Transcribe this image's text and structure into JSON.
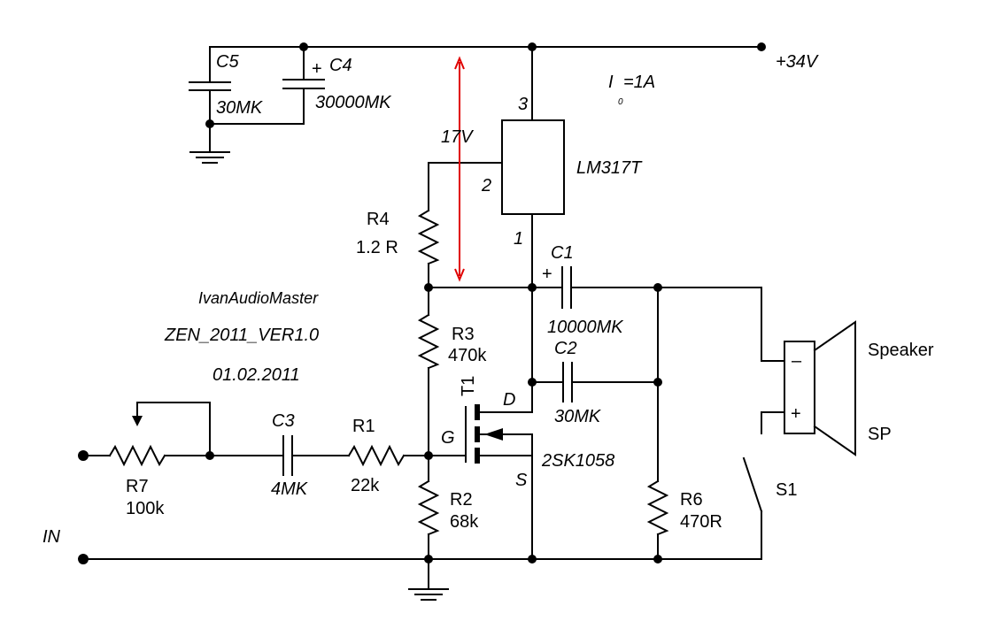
{
  "supply": {
    "voltage": "+34V",
    "current_label": "I",
    "current_sub": "0",
    "current_value": "=1A",
    "drop_label": "17V",
    "arrow_color": "#e00000"
  },
  "regulator": {
    "name": "LM317T",
    "pin1": "1",
    "pin2": "2",
    "pin3": "3"
  },
  "capacitors": {
    "c5": {
      "name": "C5",
      "value": "30MK"
    },
    "c4": {
      "name": "C4",
      "value": "30000MK",
      "polarity": "+"
    },
    "c1": {
      "name": "C1",
      "value": "10000MK",
      "polarity": "+"
    },
    "c2": {
      "name": "C2",
      "value": "30MK"
    },
    "c3": {
      "name": "C3",
      "value": "4MK"
    }
  },
  "resistors": {
    "r4": {
      "name": "R4",
      "value": "1.2 R"
    },
    "r3": {
      "name": "R3",
      "value": "470k"
    },
    "r2": {
      "name": "R2",
      "value": "68k"
    },
    "r1": {
      "name": "R1",
      "value": "22k"
    },
    "r7": {
      "name": "R7",
      "value": "100k"
    },
    "r6": {
      "name": "R6",
      "value": "470R"
    }
  },
  "transistor": {
    "name": "T1",
    "part": "2SK1058",
    "drain": "D",
    "gate": "G",
    "source": "S"
  },
  "speaker": {
    "name": "Speaker",
    "ref": "SP",
    "minus": "–",
    "plus": "+"
  },
  "switch": {
    "name": "S1"
  },
  "input": {
    "label": "IN"
  },
  "credits": {
    "author": "IvanAudioMaster",
    "project": "ZEN_2011_VER1.0",
    "date": "01.02.2011"
  }
}
